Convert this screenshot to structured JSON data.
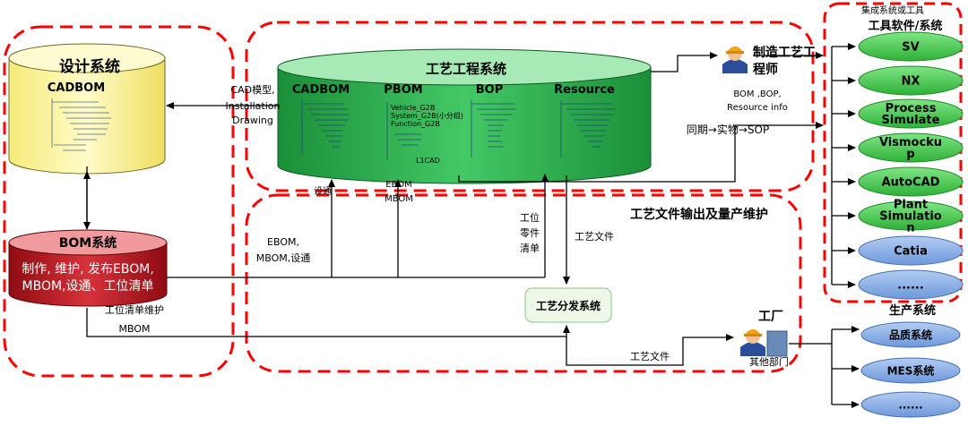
{
  "regions": {
    "design": "设计系统",
    "process": "工艺工程系统",
    "output": "工艺文件输出及量产维护"
  },
  "design_db": {
    "cadbom": "CADBOM"
  },
  "bom_db": {
    "title": "BOM系统",
    "line1": "制作, 维护, 发布EBOM,",
    "line2": "MBOM,设通、工位清单"
  },
  "process_db": {
    "cols": [
      "CADBOM",
      "PBOM",
      "BOP",
      "Resource"
    ],
    "pbom_lines": [
      "Vehicle_G2B",
      "System_G2B(小分组)",
      "Function_G2B"
    ],
    "l1cad": "L1CAD"
  },
  "arrows": {
    "cad_line1": "CAD模型,",
    "cad_line2": "Installation",
    "cad_line3": "Drawing",
    "bomfeed_line1": "BOM ,BOP,",
    "bomfeed_line2": "Resource info",
    "sync": "同期→实物→SOP",
    "shetong": "设通",
    "ebom_line1": "EBOM",
    "ebom_line2": "MBOM",
    "ebom_mbom_line1": "EBOM,",
    "ebom_mbom_line2": "MBOM,设通",
    "station_line1": "工位",
    "station_line2": "零件",
    "station_line3": "清单",
    "proc_doc": "工艺文件",
    "station_maint": "工位清单维护",
    "mbom": "MBOM",
    "proc_doc2": "工艺文件"
  },
  "distribution": "工艺分发系统",
  "engineer": {
    "line1": "制造工艺工",
    "line2": "程师"
  },
  "factory": {
    "title": "工厂",
    "other": "其他部门"
  },
  "tools": {
    "header": "集成系统或工具",
    "title": "工具软件/系统",
    "items": [
      {
        "lines": [
          "SV"
        ]
      },
      {
        "lines": [
          "NX"
        ]
      },
      {
        "lines": [
          "Process",
          "Simulate"
        ]
      },
      {
        "lines": [
          "Vismocku",
          "p"
        ]
      },
      {
        "lines": [
          "AutoCAD"
        ]
      },
      {
        "lines": [
          "Plant",
          "Simulatio",
          "n"
        ]
      },
      {
        "lines": [
          "Catia"
        ]
      },
      {
        "lines": [
          "......"
        ]
      }
    ]
  },
  "production": {
    "title": "生产系统",
    "items": [
      "品质系统",
      "MES系统",
      "......"
    ]
  },
  "colors": {
    "dash_red": "#ff0000",
    "green_pill": "#56d65c",
    "blue_pill": "#8fb3e6",
    "design_db": "#fff8a0",
    "bom_db": "#c0161e",
    "process_db": "#2db04d"
  }
}
